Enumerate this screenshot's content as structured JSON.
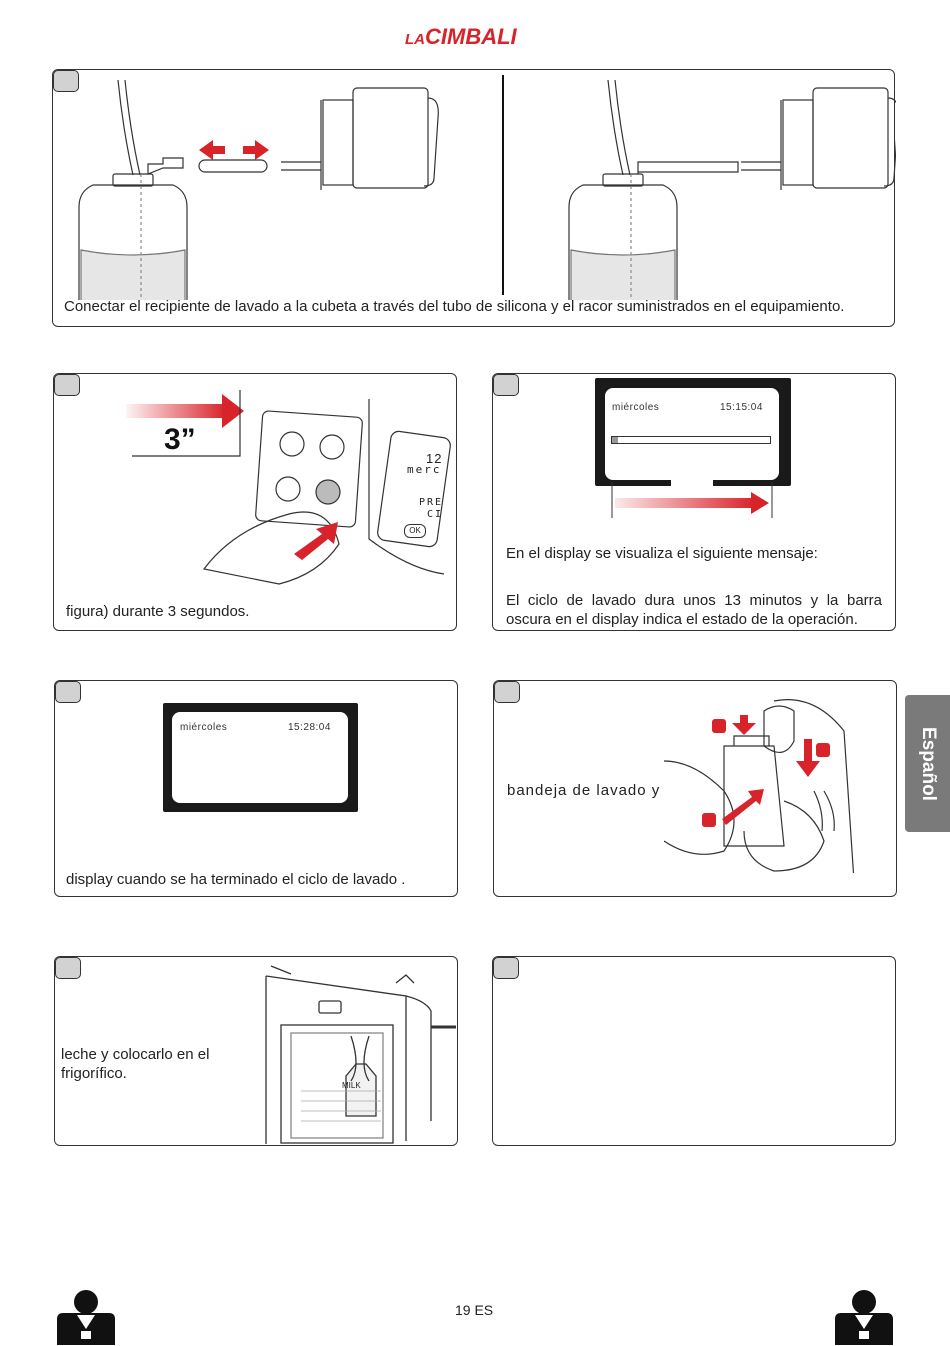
{
  "header": {
    "brand_prefix": "LA",
    "brand_name": "CIMBALI",
    "brand_color": "#d8232a"
  },
  "language_tab": {
    "label": "Español"
  },
  "panel1": {
    "caption": "Conectar el recipiente de lavado a la cubeta a través del tubo de silicona y el racor suministrados en el equipamiento."
  },
  "panel2": {
    "time_label": "3”",
    "display_day": "12",
    "display_month": "merc",
    "display_pre": "PRE",
    "display_ci": "CI",
    "ok_label": "OK",
    "caption": "figura) durante 3 segundos."
  },
  "panel3": {
    "display_day": "miércoles",
    "display_time": "15:15:04",
    "progress_fraction": 0.04,
    "caption_1": "En el display se visualiza el siguiente mensaje:",
    "caption_2": "El ciclo de lavado dura unos 13 minutos y la barra oscura en el display indica el estado de la operación."
  },
  "panel4": {
    "display_day": "miércoles",
    "display_time": "15:28:04",
    "caption": "display cuando se ha terminado el ciclo de lavado ."
  },
  "panel5": {
    "caption": "bandeja de lavado y"
  },
  "panel6": {
    "caption": "leche y colocarlo en el frigorífico.",
    "milk_label": "MILK"
  },
  "footer": {
    "page_number": "19 ES"
  },
  "colors": {
    "accent_red": "#d8232a",
    "tab_gray": "#7a7a7a",
    "step_gray": "#d2d2d2"
  }
}
